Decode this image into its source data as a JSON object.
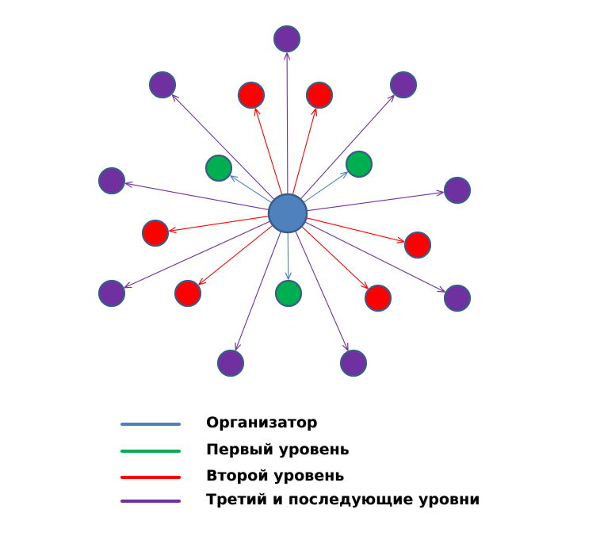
{
  "colors": {
    "organizer": "#4F81BD",
    "level1": "#00B050",
    "level2": "#FF0000",
    "level3": "#7030A0",
    "node_border": "#385D8A"
  },
  "nodes": [
    {
      "level": "level3"
    },
    {
      "level": "level2"
    },
    {
      "level": "level2"
    },
    {
      "level": "level3"
    },
    {
      "level": "level3"
    },
    {
      "level": "level1"
    },
    {
      "level": "level1"
    },
    {
      "level": "level3"
    },
    {
      "level": "level3"
    },
    {
      "level": "level2"
    },
    {
      "level": "level2"
    },
    {
      "level": "level3"
    },
    {
      "level": "level3"
    },
    {
      "level": "level2"
    },
    {
      "level": "level1"
    },
    {
      "level": "level2"
    },
    {
      "level": "level3"
    },
    {
      "level": "level3"
    },
    {
      "level": "level3"
    }
  ],
  "legend": [
    {
      "key": "organizer",
      "label": "Организатор"
    },
    {
      "key": "level1",
      "label": "Первый уровень"
    },
    {
      "key": "level2",
      "label": "Второй уровень"
    },
    {
      "key": "level3",
      "label": "Третий и последующие уровни"
    }
  ]
}
